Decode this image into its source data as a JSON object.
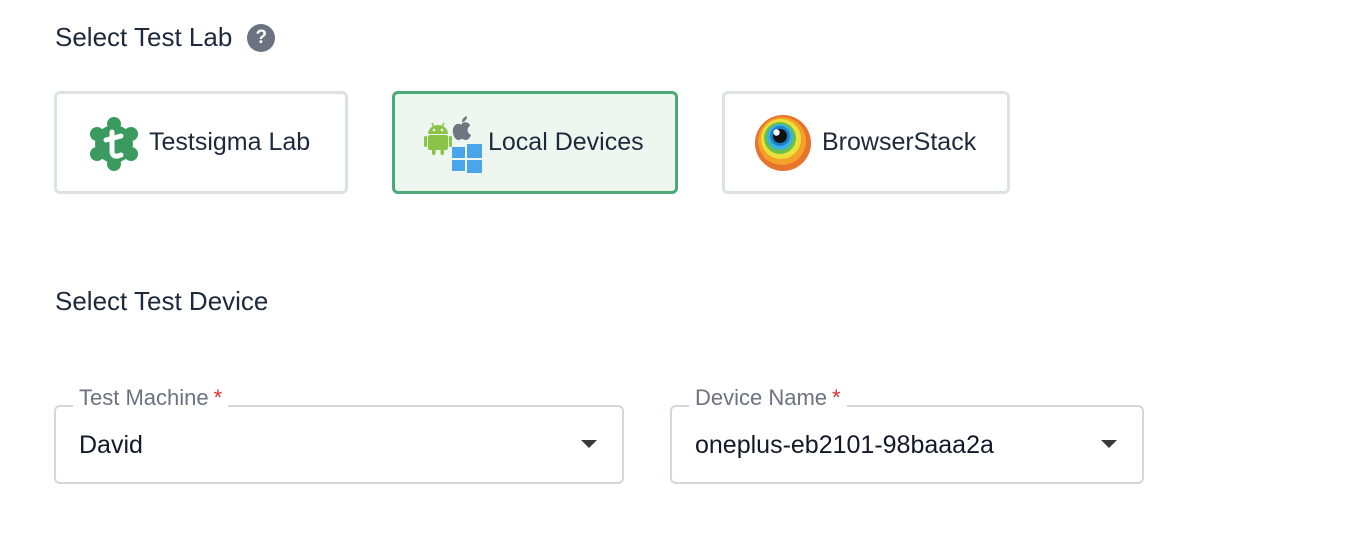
{
  "lab_section": {
    "title": "Select Test Lab",
    "help_icon": "?",
    "options": [
      {
        "label": "Testsigma Lab",
        "icon": "testsigma-logo",
        "selected": false
      },
      {
        "label": "Local Devices",
        "icon": "android-apple-windows",
        "selected": true
      },
      {
        "label": "BrowserStack",
        "icon": "browserstack-logo",
        "selected": false
      }
    ]
  },
  "device_section": {
    "title": "Select Test Device",
    "test_machine": {
      "label": "Test Machine",
      "required_mark": "*",
      "value": "David"
    },
    "device_name": {
      "label": "Device Name",
      "required_mark": "*",
      "value": "oneplus-eb2101-98baaa2a"
    }
  },
  "colors": {
    "selected_border": "#4caa76",
    "selected_background": "#edf7ef",
    "required": "#d32f2f",
    "testsigma_green": "#3b9a60"
  }
}
